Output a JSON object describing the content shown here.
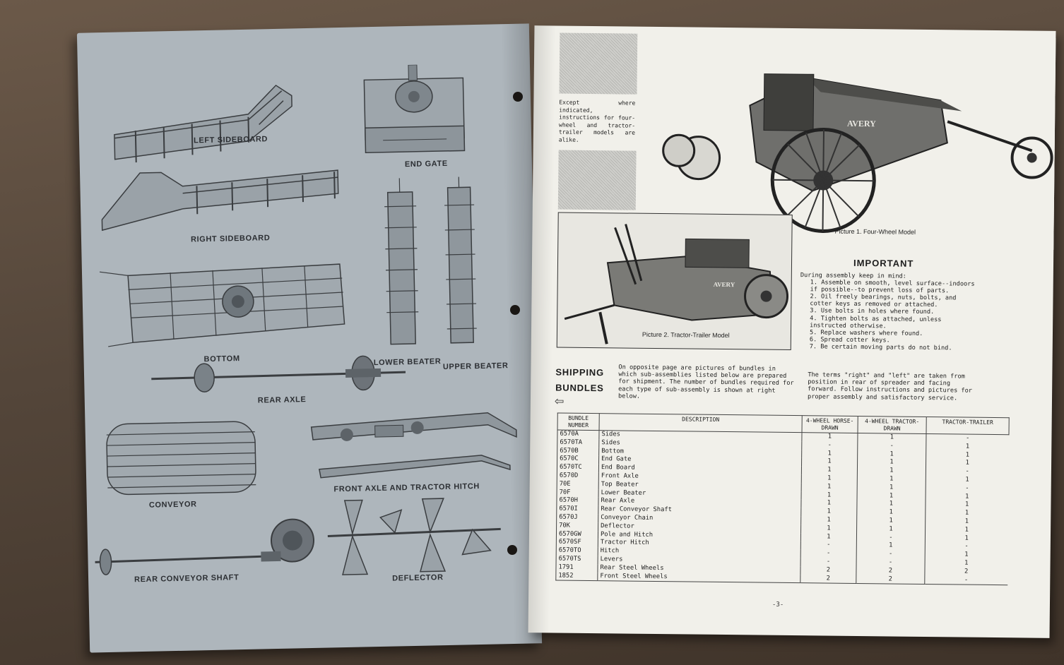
{
  "left_page": {
    "parts": [
      {
        "id": "left-sideboard",
        "label": "LEFT SIDEBOARD"
      },
      {
        "id": "end-gate",
        "label": "END GATE"
      },
      {
        "id": "right-sideboard",
        "label": "RIGHT SIDEBOARD"
      },
      {
        "id": "bottom",
        "label": "BOTTOM"
      },
      {
        "id": "lower-beater",
        "label": "LOWER BEATER"
      },
      {
        "id": "upper-beater",
        "label": "UPPER BEATER"
      },
      {
        "id": "rear-axle",
        "label": "REAR AXLE"
      },
      {
        "id": "conveyor",
        "label": "CONVEYOR"
      },
      {
        "id": "front-axle",
        "label": "FRONT AXLE AND TRACTOR HITCH"
      },
      {
        "id": "rear-conveyor-shaft",
        "label": "REAR CONVEYOR SHAFT"
      },
      {
        "id": "deflector",
        "label": "DEFLECTOR"
      }
    ]
  },
  "right_page": {
    "note": "Except where indicated, instructions for four-wheel and tractor-trailer models are alike.",
    "picture1": {
      "caption": "Picture 1. Four-Wheel Model",
      "brand": "AVERY"
    },
    "picture2": {
      "caption": "Picture 2. Tractor-Trailer Model",
      "brand": "AVERY"
    },
    "important": {
      "title": "IMPORTANT",
      "intro": "During assembly keep in mind:",
      "items": [
        "1. Assemble on smooth, level surface--indoors if possible--to prevent loss of parts.",
        "2. Oil freely bearings, nuts, bolts, and cotter keys as removed or attached.",
        "3. Use bolts in holes where found.",
        "4. Tighten bolts as attached, unless instructed otherwise.",
        "5. Replace washers where found.",
        "6. Spread cotter keys.",
        "7. Be certain moving parts do not bind."
      ]
    },
    "shipping": {
      "title_line1": "SHIPPING",
      "title_line2": "BUNDLES",
      "arrow": "⇦",
      "text": "On opposite page are pictures of bundles in which sub-assemblies listed below are prepared for shipment. The number of bundles required for each type of sub-assembly is shown at right below."
    },
    "terms": "The terms \"right\" and \"left\" are taken from position in rear of spreader and facing forward. Follow instructions and pictures for proper assembly and satisfactory service.",
    "table": {
      "headers": [
        "BUNDLE NUMBER",
        "DESCRIPTION",
        "4-WHEEL HORSE-DRAWN",
        "4-WHEEL TRACTOR-DRAWN",
        "TRACTOR-TRAILER"
      ],
      "rows": [
        [
          "6570A",
          "Sides",
          "1",
          "1",
          "-"
        ],
        [
          "6570TA",
          "Sides",
          "-",
          "-",
          "1"
        ],
        [
          "6570B",
          "Bottom",
          "1",
          "1",
          "1"
        ],
        [
          "6570C",
          "End Gate",
          "1",
          "1",
          "1"
        ],
        [
          "6570TC",
          "End Board",
          "1",
          "1",
          "-"
        ],
        [
          "6570D",
          "Front Axle",
          "1",
          "1",
          "1"
        ],
        [
          "70E",
          "Top Beater",
          "1",
          "1",
          "-"
        ],
        [
          "70F",
          "Lower Beater",
          "1",
          "1",
          "1"
        ],
        [
          "6570H",
          "Rear Axle",
          "1",
          "1",
          "1"
        ],
        [
          "6570I",
          "Rear Conveyor Shaft",
          "1",
          "1",
          "1"
        ],
        [
          "6570J",
          "Conveyor Chain",
          "1",
          "1",
          "1"
        ],
        [
          "70K",
          "Deflector",
          "1",
          "1",
          "1"
        ],
        [
          "6570GW",
          "Pole and Hitch",
          "1",
          "-",
          "1"
        ],
        [
          "6570SF",
          "Tractor Hitch",
          "-",
          "1",
          "-"
        ],
        [
          "6570TO",
          "Hitch",
          "-",
          "-",
          "1"
        ],
        [
          "6570TS",
          "Levers",
          "-",
          "-",
          "1"
        ],
        [
          "1791",
          "Rear Steel Wheels",
          "2",
          "2",
          "2"
        ],
        [
          "1852",
          "Front Steel Wheels",
          "2",
          "2",
          "-"
        ]
      ]
    },
    "page_number": "-3-"
  },
  "colors": {
    "left_page": "#aeb6bc",
    "right_page": "#f1f0ea",
    "ink": "#222222"
  }
}
